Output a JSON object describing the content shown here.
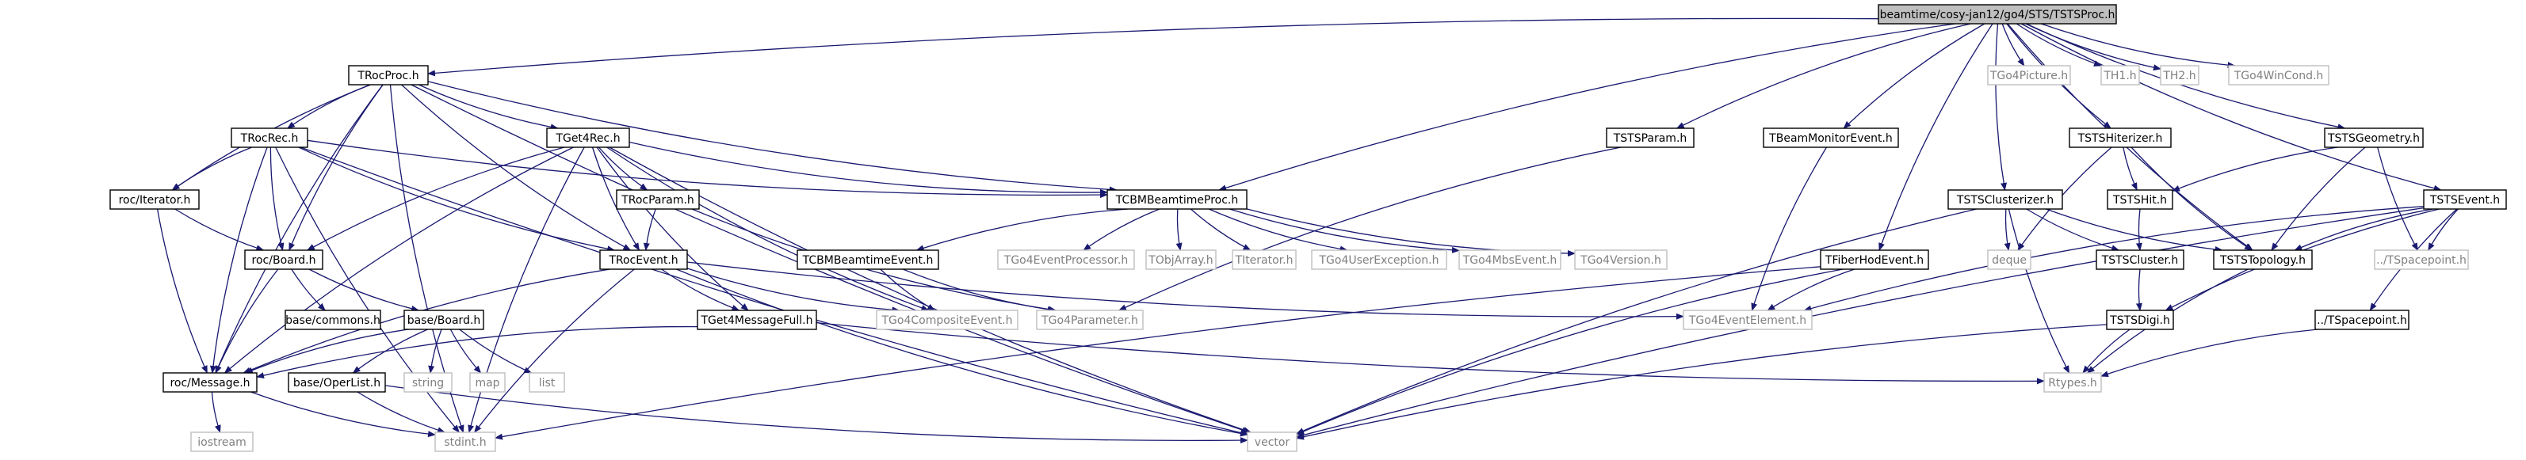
{
  "diagram": {
    "title": "",
    "colors": {
      "root_fill": "#bfbfbf",
      "root_stroke": "#000000",
      "doc_stroke": "#000000",
      "ext_stroke": "#bfbfbf",
      "ext_text": "#808080",
      "edge": "#191970"
    },
    "nodes": {
      "root": "beamtime/cosy-jan12/go4/STS/TSTSProc.h",
      "troc_proc": "TRocProc.h",
      "troc_rec": "TRocRec.h",
      "roc_iterator": "roc/Iterator.h",
      "roc_board": "roc/Board.h",
      "base_commons": "base/commons.h",
      "base_board": "base/Board.h",
      "base_operlist": "base/OperList.h",
      "roc_message": "roc/Message.h",
      "iostream": "iostream",
      "stdint": "stdint.h",
      "string": "string",
      "map": "map",
      "list": "list",
      "tget4rec": "TGet4Rec.h",
      "troc_param": "TRocParam.h",
      "troc_event": "TRocEvent.h",
      "tget4_message_full": "TGet4MessageFull.h",
      "tgo4_composite_event": "TGo4CompositeEvent.h",
      "tcbm_beamtime_proc": "TCBMBeamtimeProc.h",
      "tcbm_beamtime_event": "TCBMBeamtimeEvent.h",
      "tgo4_event_processor": "TGo4EventProcessor.h",
      "tobj_array": "TObjArray.h",
      "titerator": "TIterator.h",
      "tgo4_user_exception": "TGo4UserException.h",
      "tgo4_mbs_event": "TGo4MbsEvent.h",
      "tgo4_version": "TGo4Version.h",
      "tgo4_parameter": "TGo4Parameter.h",
      "tgo4_event_element": "TGo4EventElement.h",
      "rtypes": "Rtypes.h",
      "vector": "vector",
      "tsts_param": "TSTSParam.h",
      "tbeam_monitor_event": "TBeamMonitorEvent.h",
      "tfiber_hod_event": "TFiberHodEvent.h",
      "tsts_clusterizer": "TSTSClusterizer.h",
      "deque": "deque",
      "tsts_hiterizer": "TSTSHiterizer.h",
      "tsts_hit": "TSTSHit.h",
      "tsts_cluster": "TSTSCluster.h",
      "tsts_digi": "TSTSDigi.h",
      "tsts_topology": "TSTSTopology.h",
      "tsts_geometry": "TSTSGeometry.h",
      "tsts_spacepoint_rel": "../TSpacepoint.h",
      "tsts_event": "TSTSEvent.h",
      "tsts_spacepoint_rel2": "../TSpacepoint.h",
      "tgo4_picture": "TGo4Picture.h",
      "th1": "TH1.h",
      "th2": "TH2.h",
      "tgo4_win_cond": "TGo4WinCond.h"
    }
  }
}
